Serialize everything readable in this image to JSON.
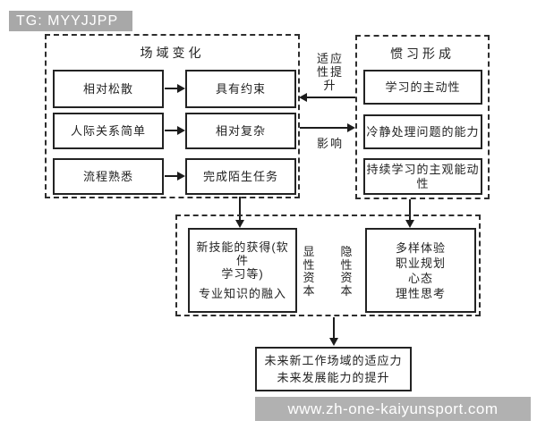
{
  "header": {
    "badge": "TG: MYYJJPP"
  },
  "footer": {
    "watermark": "www.zh-one-kaiyunsport.com"
  },
  "colors": {
    "badge_bg": "#a8a8a8",
    "footer_bg": "#b1b1b1",
    "line": "#1c1c1c",
    "background": "#ffffff"
  },
  "diagram": {
    "field_change": {
      "title": "场域变化",
      "left_items": [
        "相对松散",
        "人际关系简单",
        "流程熟悉"
      ],
      "right_items": [
        "具有约束",
        "相对复杂",
        "完成陌生任务"
      ]
    },
    "habit_formation": {
      "title": "惯习形成",
      "items": [
        "学习的主动性",
        "冷静处理问题的能力",
        "持续学习的主观能动性"
      ]
    },
    "connectors": {
      "adaptability": "适应性提升",
      "influence": "影响"
    },
    "capital": {
      "explicit_label": "显性资本",
      "implicit_label": "隐性资本",
      "explicit_box": {
        "line1": "新技能的获得(软件",
        "line2": "学习等)",
        "line3": "专业知识的融入"
      },
      "implicit_box": {
        "lines": [
          "多样体验",
          "职业规划",
          "心态",
          "理性思考"
        ]
      }
    },
    "outcome": {
      "line1": "未来新工作场域的适应力",
      "line2": "未来发展能力的提升"
    }
  }
}
